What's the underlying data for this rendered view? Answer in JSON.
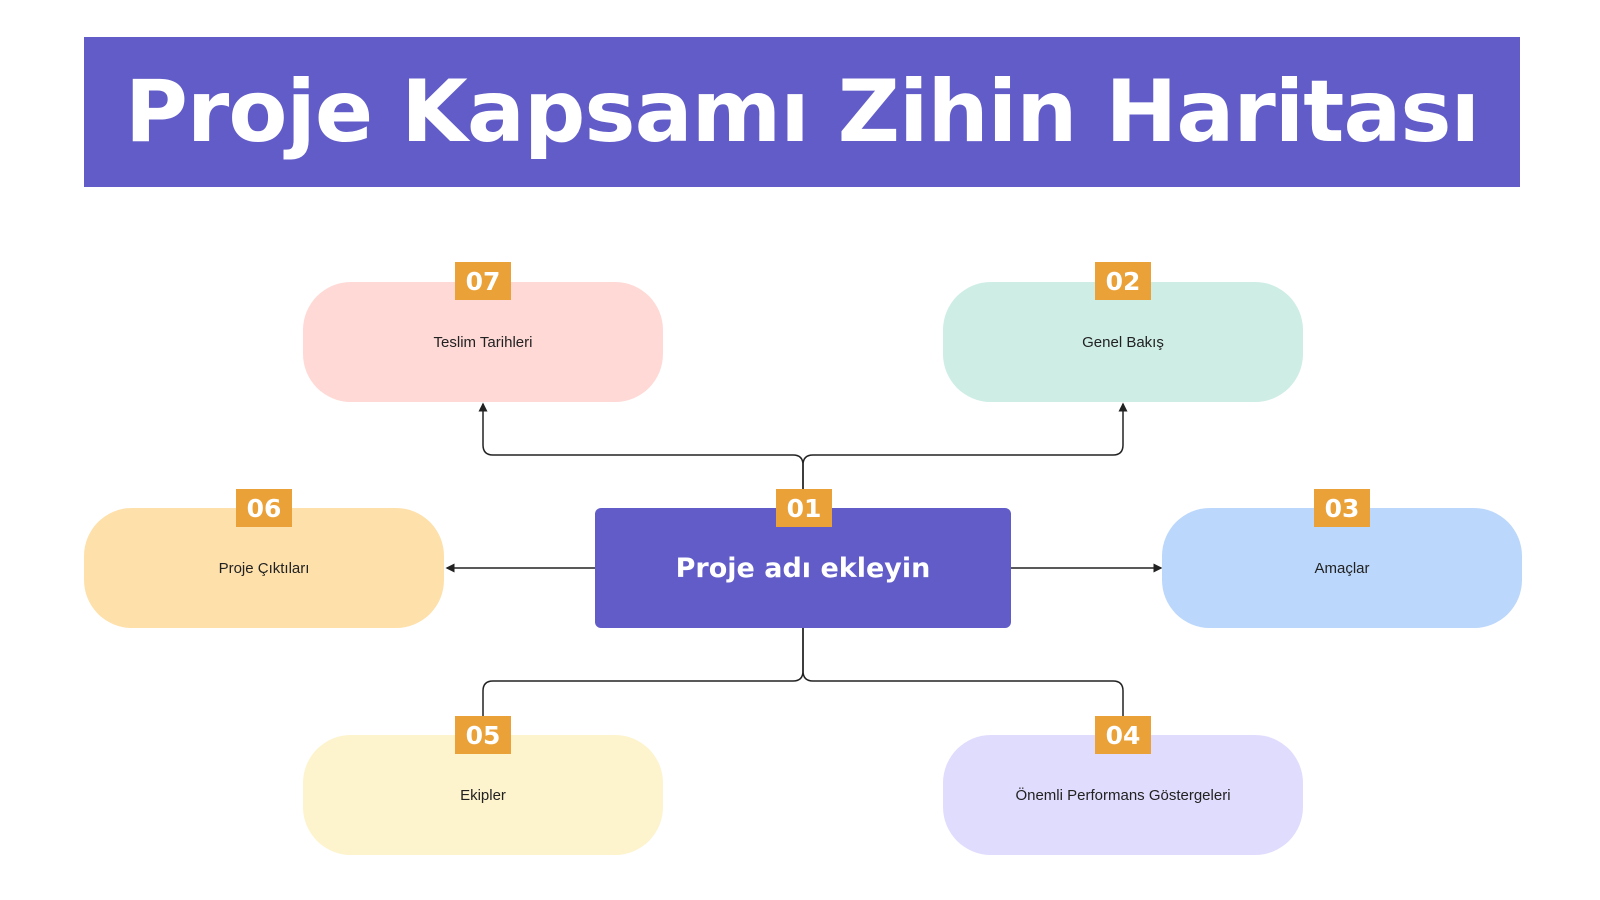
{
  "title": "Proje Kapsamı Zihin Haritası",
  "center": {
    "number": "01",
    "label": "Proje adı ekleyin"
  },
  "nodes": [
    {
      "number": "07",
      "label": "Teslim Tarihleri",
      "color": "#ffd9d6"
    },
    {
      "number": "02",
      "label": "Genel Bakış",
      "color": "#cdede5"
    },
    {
      "number": "06",
      "label": "Proje Çıktıları",
      "color": "#fee0ab"
    },
    {
      "number": "03",
      "label": "Amaçlar",
      "color": "#bbd7fb"
    },
    {
      "number": "05",
      "label": "Ekipler",
      "color": "#fdf3cc"
    },
    {
      "number": "04",
      "label": "Önemli Performans Göstergeleri",
      "color": "#e0dcfd"
    }
  ],
  "colors": {
    "accent": "#615cc8",
    "badge": "#eaa137"
  }
}
